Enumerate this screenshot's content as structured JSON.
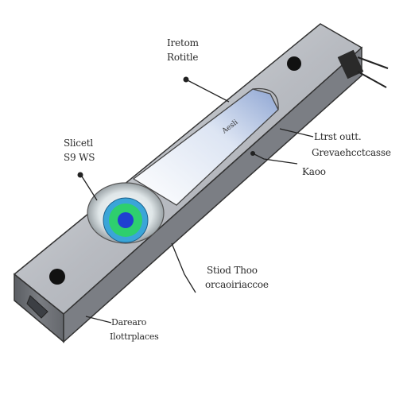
{
  "labels": {
    "top_right_line1": "Iretom",
    "top_right_line2": "Rotitle",
    "left_line1": "Slicetl",
    "left_line2": "S9 WS",
    "right_line1": "Ltrst outt.",
    "right_line2": "Grevaehcctcasse",
    "right_line3": "Kaoo",
    "bottom_right_line1": "Stiod Thoo",
    "bottom_right_line2": "orcaoiriaccoe",
    "bottom_left_line1": "Darearo",
    "bottom_left_line2": "Ilottrplaces",
    "window_mark": "Aesli"
  },
  "colors": {
    "bar_top": "#b9bcc2",
    "bar_front": "#6f7277",
    "bar_end": "#8a8d92",
    "window": "#c9d6ee",
    "lens_ring": "#3aa5d8",
    "lens_inner": "#2ecf6e",
    "lens_pupil": "#1f3fd1"
  }
}
